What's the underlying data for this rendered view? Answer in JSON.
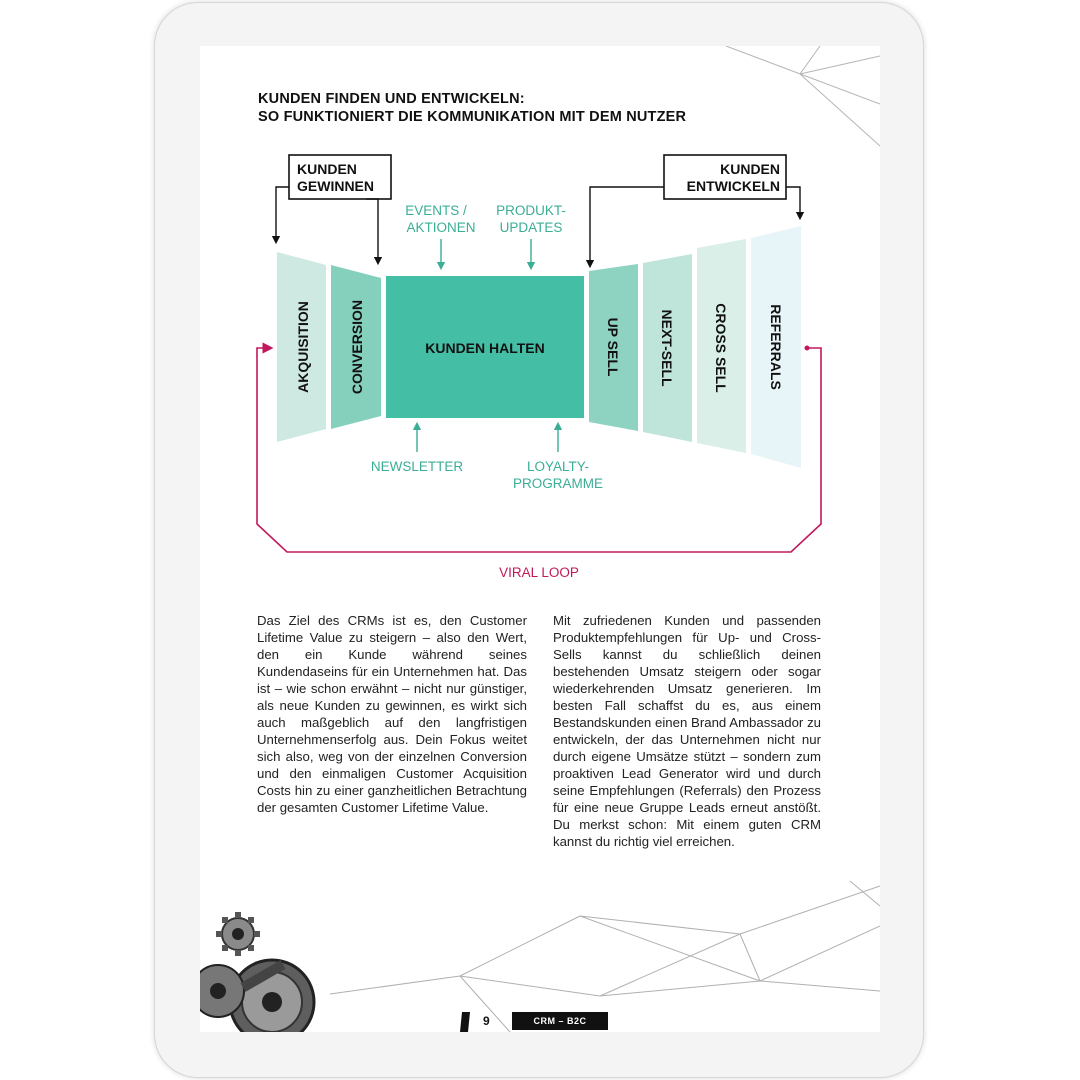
{
  "page": {
    "title_line1": "KUNDEN FINDEN UND ENTWICKELN:",
    "title_line2": "SO FUNKTIONIERT DIE KOMMUNIKATION MIT DEM NUTZER"
  },
  "diagram": {
    "box_left_line1": "KUNDEN",
    "box_left_line2": "GEWINNEN",
    "box_right_line1": "KUNDEN",
    "box_right_line2": "ENTWICKELN",
    "stage_akquisition": "AKQUISITION",
    "stage_conversion": "CONVERSION",
    "stage_center": "KUNDEN HALTEN",
    "stage_upsell": "UP SELL",
    "stage_nextsell": "NEXT-SELL",
    "stage_crosssell": "CROSS SELL",
    "stage_referrals": "REFERRALS",
    "events_line1": "EVENTS /",
    "events_line2": "AKTIONEN",
    "produkt_line1": "PRODUKT-",
    "produkt_line2": "UPDATES",
    "newsletter": "NEWSLETTER",
    "loyalty_line1": "LOYALTY-",
    "loyalty_line2": "PROGRAMME",
    "viral_loop": "VIRAL LOOP",
    "colors": {
      "teal": "#44bfa6",
      "teal_label": "#3bae96",
      "magenta": "#c2185b"
    }
  },
  "body": {
    "left": "Das Ziel des CRMs ist es, den Customer Lifetime Value zu steigern – also den Wert, den ein Kunde während seines Kundendaseins für ein Unternehmen hat. Das ist – wie schon erwähnt – nicht nur günstiger, als neue Kunden zu gewinnen, es wirkt sich auch maßgeblich auf den langfristigen Unternehmenserfolg aus. Dein Fokus weitet sich also, weg von der einzelnen Conversion und den einmaligen Customer Acquisition Costs hin zu einer ganzheitlichen Betrachtung der gesamten Customer Lifetime Value.",
    "right": "Mit zufriedenen Kunden und passenden Produktempfehlungen für Up- und Cross-Sells kannst du schließlich deinen bestehenden Umsatz steigern oder sogar wiederkehrenden Umsatz generieren. Im besten Fall schaffst du es, aus einem Bestandskunden einen Brand Ambassador zu entwickeln, der das Unternehmen nicht nur durch eigene Umsätze stützt – sondern zum proaktiven Lead Generator wird und durch seine Empfehlungen (Referrals) den Prozess für eine neue Gruppe Leads erneut anstößt. Du merkst schon: Mit einem guten CRM kannst du richtig viel erreichen."
  },
  "footer": {
    "page_number": "9",
    "label": "CRM – B2C"
  },
  "decor": {
    "gear_icon": "gear-illustration-icon"
  }
}
